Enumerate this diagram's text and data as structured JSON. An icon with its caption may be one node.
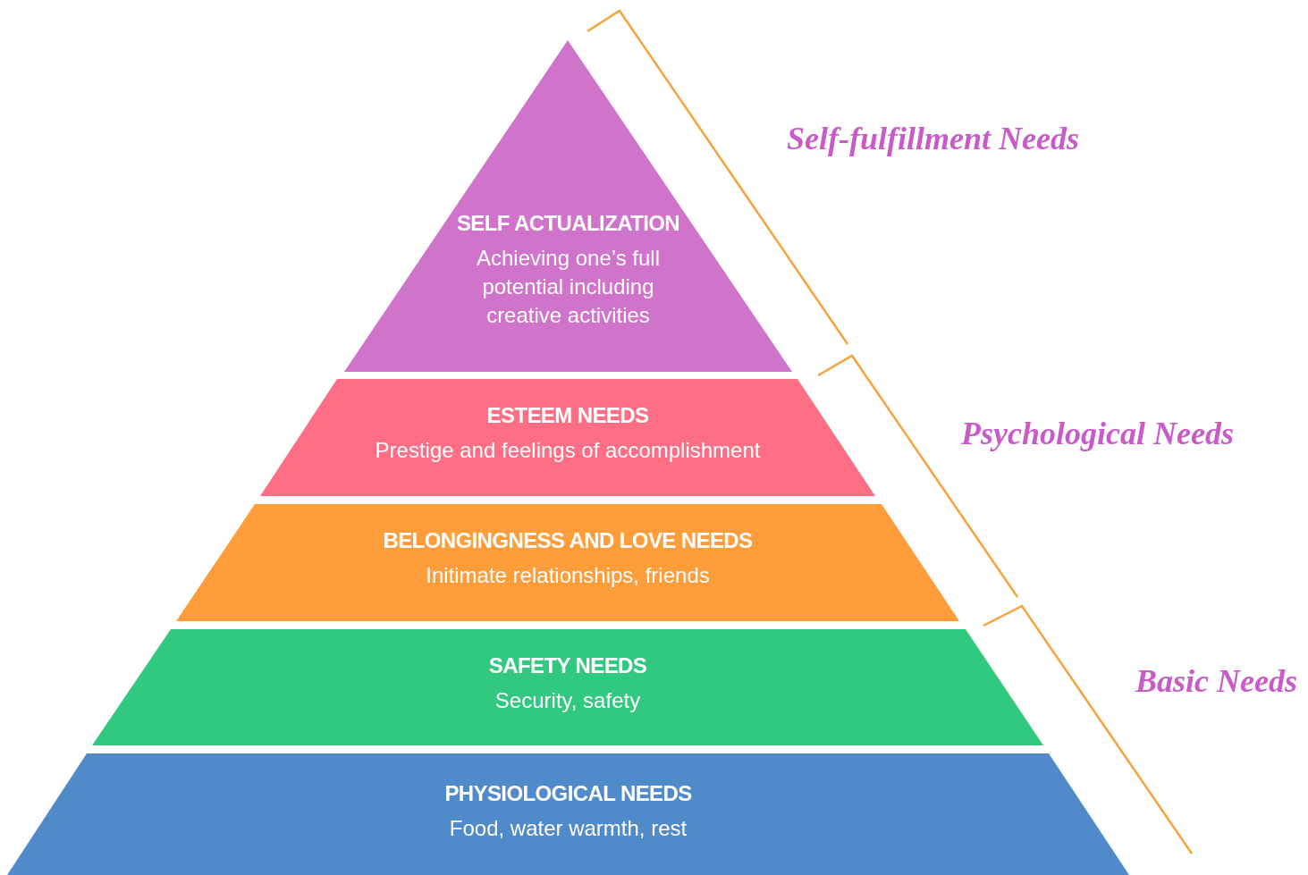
{
  "diagram": {
    "nodes": [
      {
        "text": [
          "SELF ACTUALIZATION",
          "Achieving one’s full potential including creative activities"
        ]
      },
      {
        "text": [
          "ESTEEM NEEDS",
          "Prestige and feelings of accomplishment"
        ]
      },
      {
        "text": [
          "BELONGINGNESS AND LOVE NEEDS",
          "Initimate relationships, friends"
        ]
      },
      {
        "text": [
          "SAFETY NEEDS",
          "Security, safety"
        ]
      },
      {
        "text": [
          "PHYSIOLOGICAL NEEDS",
          "Food, water warmth, rest"
        ]
      }
    ],
    "labels": [
      "Self-fulfillment Needs",
      "Psychological Needs",
      "Basic Needs"
    ]
  }
}
